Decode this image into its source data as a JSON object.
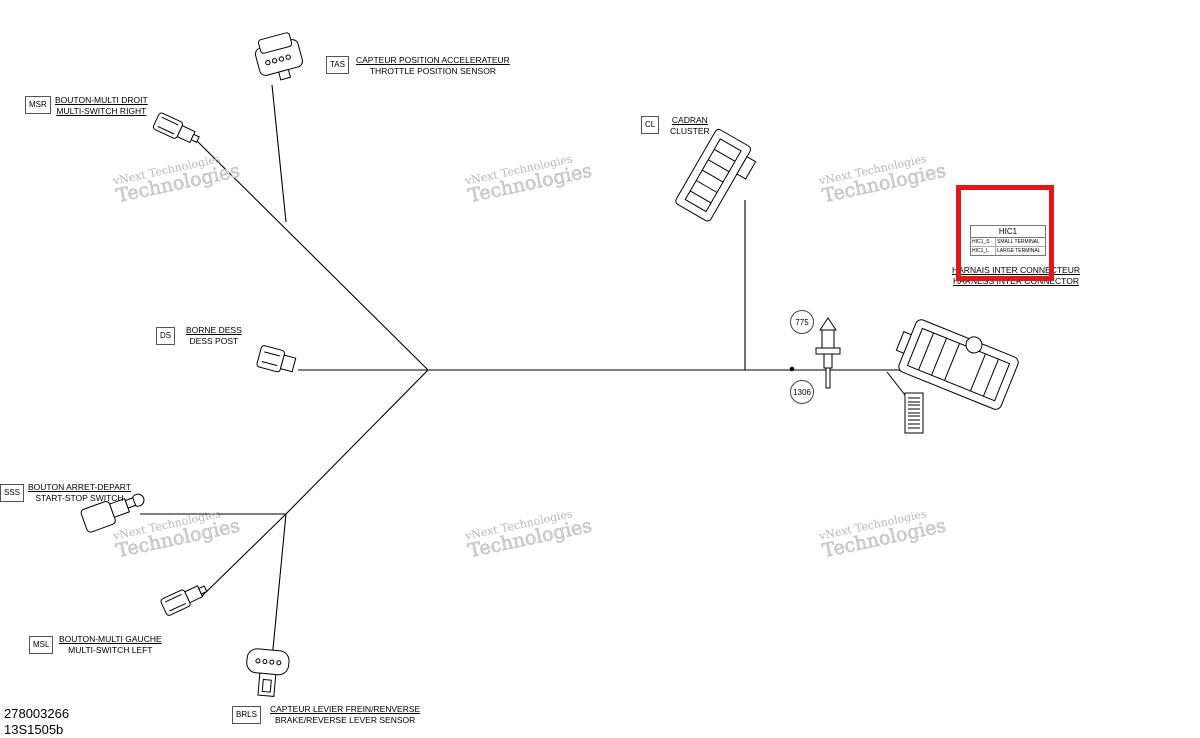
{
  "watermark": {
    "line1": "vNext Technologies",
    "line2": "Technologies"
  },
  "connectors": {
    "tas": {
      "code": "TAS",
      "fr": "CAPTEUR POSITION ACCELERATEUR",
      "en": "THROTTLE POSITION SENSOR"
    },
    "msr": {
      "code": "MSR",
      "fr": "BOUTON-MULTI DROIT",
      "en": "MULTI-SWITCH RIGHT"
    },
    "cl": {
      "code": "CL",
      "fr": "CADRAN",
      "en": "CLUSTER"
    },
    "ds": {
      "code": "DS",
      "fr": "BORNE DESS",
      "en": "DESS POST"
    },
    "sss": {
      "code": "SSS",
      "fr": "BOUTON ARRET-DEPART",
      "en": "START-STOP SWITCH"
    },
    "msl": {
      "code": "MSL",
      "fr": "BOUTON-MULTI GAUCHE",
      "en": "MULTI-SWITCH LEFT"
    },
    "brls": {
      "code": "BRLS",
      "fr": "CAPTEUR LEVIER FREIN/RENVERSE",
      "en": "BRAKE/REVERSE LEVER SENSOR"
    },
    "hic": {
      "fr": "HARNAIS INTER CONNECTEUR",
      "en": "HARNESS INTER CONNECTOR"
    }
  },
  "hic_table": {
    "title": "HIC1",
    "rows": [
      {
        "code": "HIC1_S",
        "desc": "SMALL TERMINAL"
      },
      {
        "code": "HIC1_L",
        "desc": "LARGE TERMINAL"
      }
    ]
  },
  "callouts": {
    "top": "775",
    "bottom": "1306"
  },
  "doc": {
    "number": "278003266",
    "revision": "13S1505b"
  }
}
